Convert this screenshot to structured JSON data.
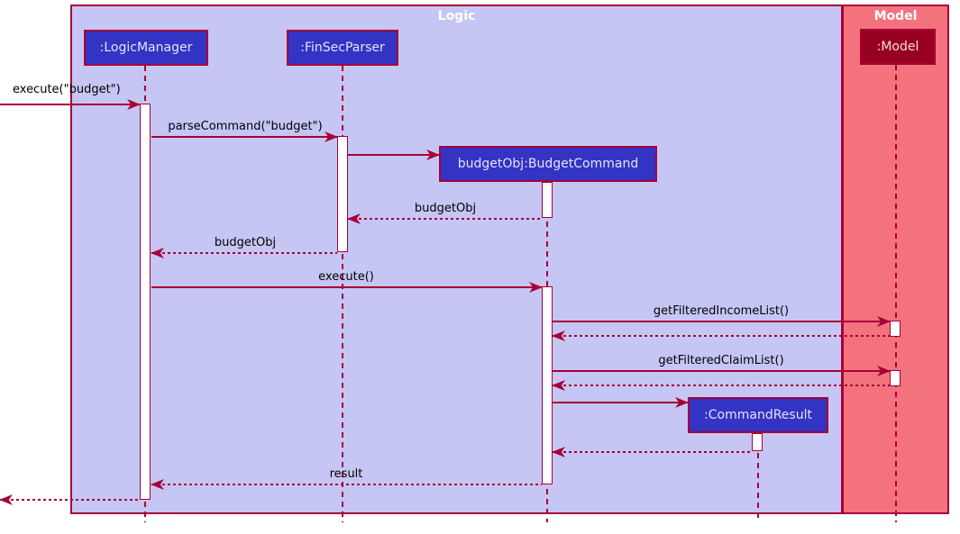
{
  "diagram": {
    "type": "uml-sequence-diagram"
  },
  "frames": {
    "logic": {
      "title": "Logic"
    },
    "model": {
      "title": "Model"
    }
  },
  "participants": [
    {
      "label": ":LogicManager",
      "frame": "Logic"
    },
    {
      "label": ":FinSecParser",
      "frame": "Logic"
    },
    {
      "label": "budgetObj:BudgetCommand",
      "frame": "Logic"
    },
    {
      "label": ":CommandResult",
      "frame": "Logic"
    },
    {
      "label": ":Model",
      "frame": "Model"
    }
  ],
  "messages": [
    {
      "label": "execute(\"budget\")",
      "from": "caller",
      "to": ":LogicManager",
      "style": "solid"
    },
    {
      "label": "parseCommand(\"budget\")",
      "from": ":LogicManager",
      "to": ":FinSecParser",
      "style": "solid"
    },
    {
      "label": "",
      "from": ":FinSecParser",
      "to": "budgetObj:BudgetCommand",
      "style": "create"
    },
    {
      "label": "budgetObj",
      "from": "budgetObj:BudgetCommand",
      "to": ":FinSecParser",
      "style": "return"
    },
    {
      "label": "budgetObj",
      "from": ":FinSecParser",
      "to": ":LogicManager",
      "style": "return"
    },
    {
      "label": "execute()",
      "from": ":LogicManager",
      "to": "budgetObj:BudgetCommand",
      "style": "solid"
    },
    {
      "label": "getFilteredIncomeList()",
      "from": "budgetObj:BudgetCommand",
      "to": ":Model",
      "style": "solid"
    },
    {
      "label": "",
      "from": ":Model",
      "to": "budgetObj:BudgetCommand",
      "style": "return"
    },
    {
      "label": "getFilteredClaimList()",
      "from": "budgetObj:BudgetCommand",
      "to": ":Model",
      "style": "solid"
    },
    {
      "label": "",
      "from": ":Model",
      "to": "budgetObj:BudgetCommand",
      "style": "return"
    },
    {
      "label": "",
      "from": "budgetObj:BudgetCommand",
      "to": ":CommandResult",
      "style": "create"
    },
    {
      "label": "",
      "from": ":CommandResult",
      "to": "budgetObj:BudgetCommand",
      "style": "return"
    },
    {
      "label": "result",
      "from": "budgetObj:BudgetCommand",
      "to": ":LogicManager",
      "style": "return"
    },
    {
      "label": "",
      "from": ":LogicManager",
      "to": "caller",
      "style": "return"
    }
  ],
  "colors": {
    "frame_border": "#A80036",
    "logic_frame_fill": "#C6C6F5",
    "model_frame_fill": "#F4727E",
    "logic_participant_fill": "#3333C4",
    "model_participant_fill": "#980022",
    "arrow": "#A80036",
    "activation_fill": "#FFFFFF",
    "message_text": "#000000",
    "frame_title_text": "#FFFFFF"
  }
}
